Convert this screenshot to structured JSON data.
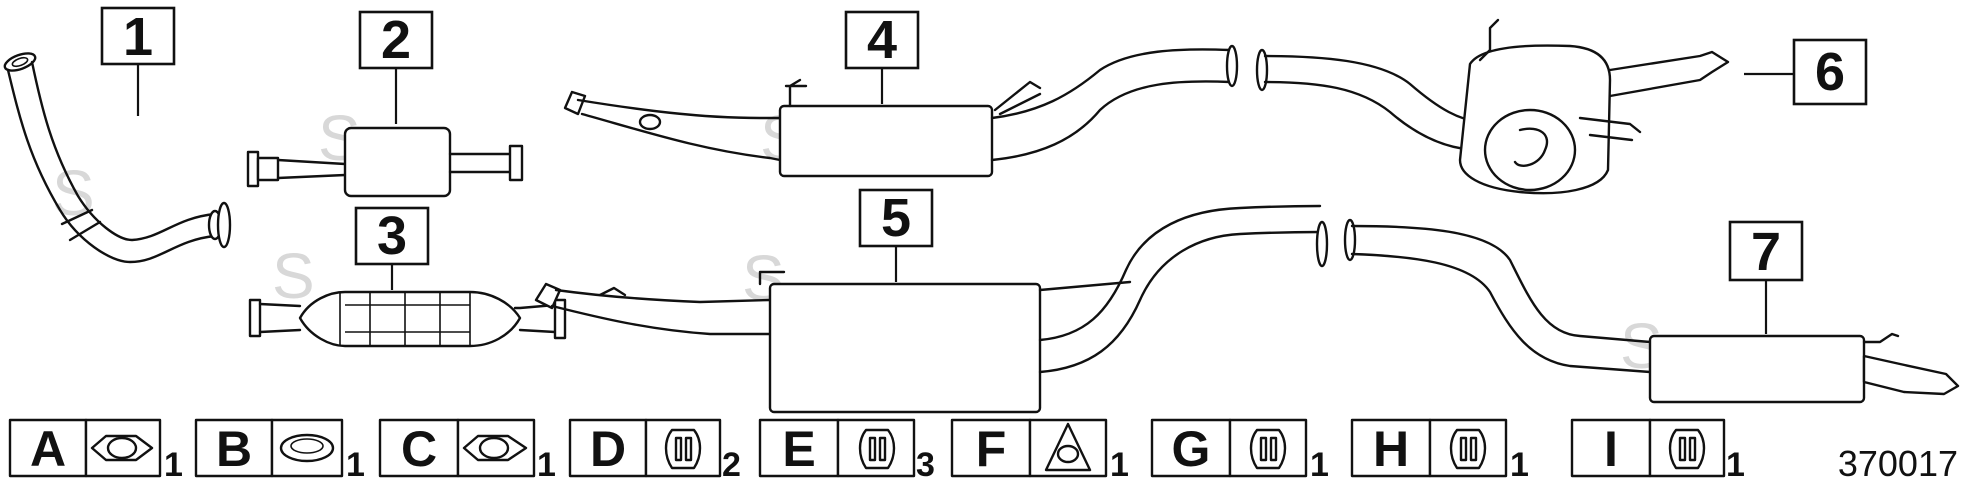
{
  "diagram": {
    "callouts": [
      {
        "number": "1"
      },
      {
        "number": "2"
      },
      {
        "number": "3"
      },
      {
        "number": "4"
      },
      {
        "number": "5"
      },
      {
        "number": "6"
      },
      {
        "number": "7"
      }
    ],
    "legend": [
      {
        "letter": "A",
        "quantity": "1",
        "icon": "gasket-icon"
      },
      {
        "letter": "B",
        "quantity": "1",
        "icon": "ring-seal-icon"
      },
      {
        "letter": "C",
        "quantity": "1",
        "icon": "gasket-icon"
      },
      {
        "letter": "D",
        "quantity": "2",
        "icon": "rubber-hanger-icon"
      },
      {
        "letter": "E",
        "quantity": "3",
        "icon": "rubber-hanger-icon"
      },
      {
        "letter": "F",
        "quantity": "1",
        "icon": "triangular-gasket-icon"
      },
      {
        "letter": "G",
        "quantity": "1",
        "icon": "rubber-hanger-icon"
      },
      {
        "letter": "H",
        "quantity": "1",
        "icon": "rubber-hanger-icon"
      },
      {
        "letter": "I",
        "quantity": "1",
        "icon": "rubber-hanger-icon"
      }
    ],
    "watermark": "S",
    "document_number": "370017"
  }
}
